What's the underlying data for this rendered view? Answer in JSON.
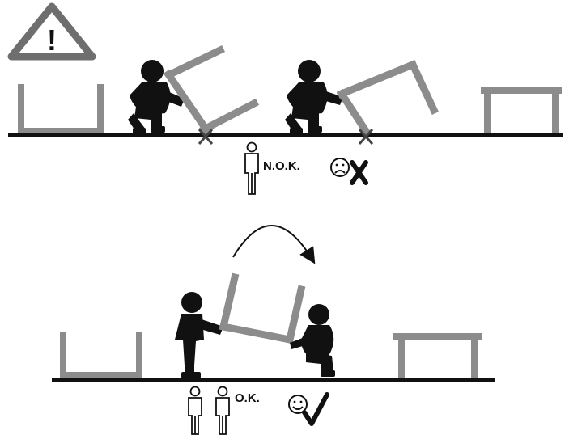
{
  "warning": {
    "symbol": "!",
    "icon": "warning-triangle-icon"
  },
  "bad_method": {
    "label": "N.O.K.",
    "people_count": 1,
    "mood_icon": "sad-face-icon",
    "mark_icon": "cross-mark-icon"
  },
  "good_method": {
    "label": "O.K.",
    "people_count": 2,
    "mood_icon": "smiley-face-icon",
    "mark_icon": "check-mark-icon"
  },
  "colors": {
    "ink": "#111111",
    "table": "#8c8c8c",
    "warning_fill": "#ffffff",
    "warning_border": "#6e6e6e"
  }
}
